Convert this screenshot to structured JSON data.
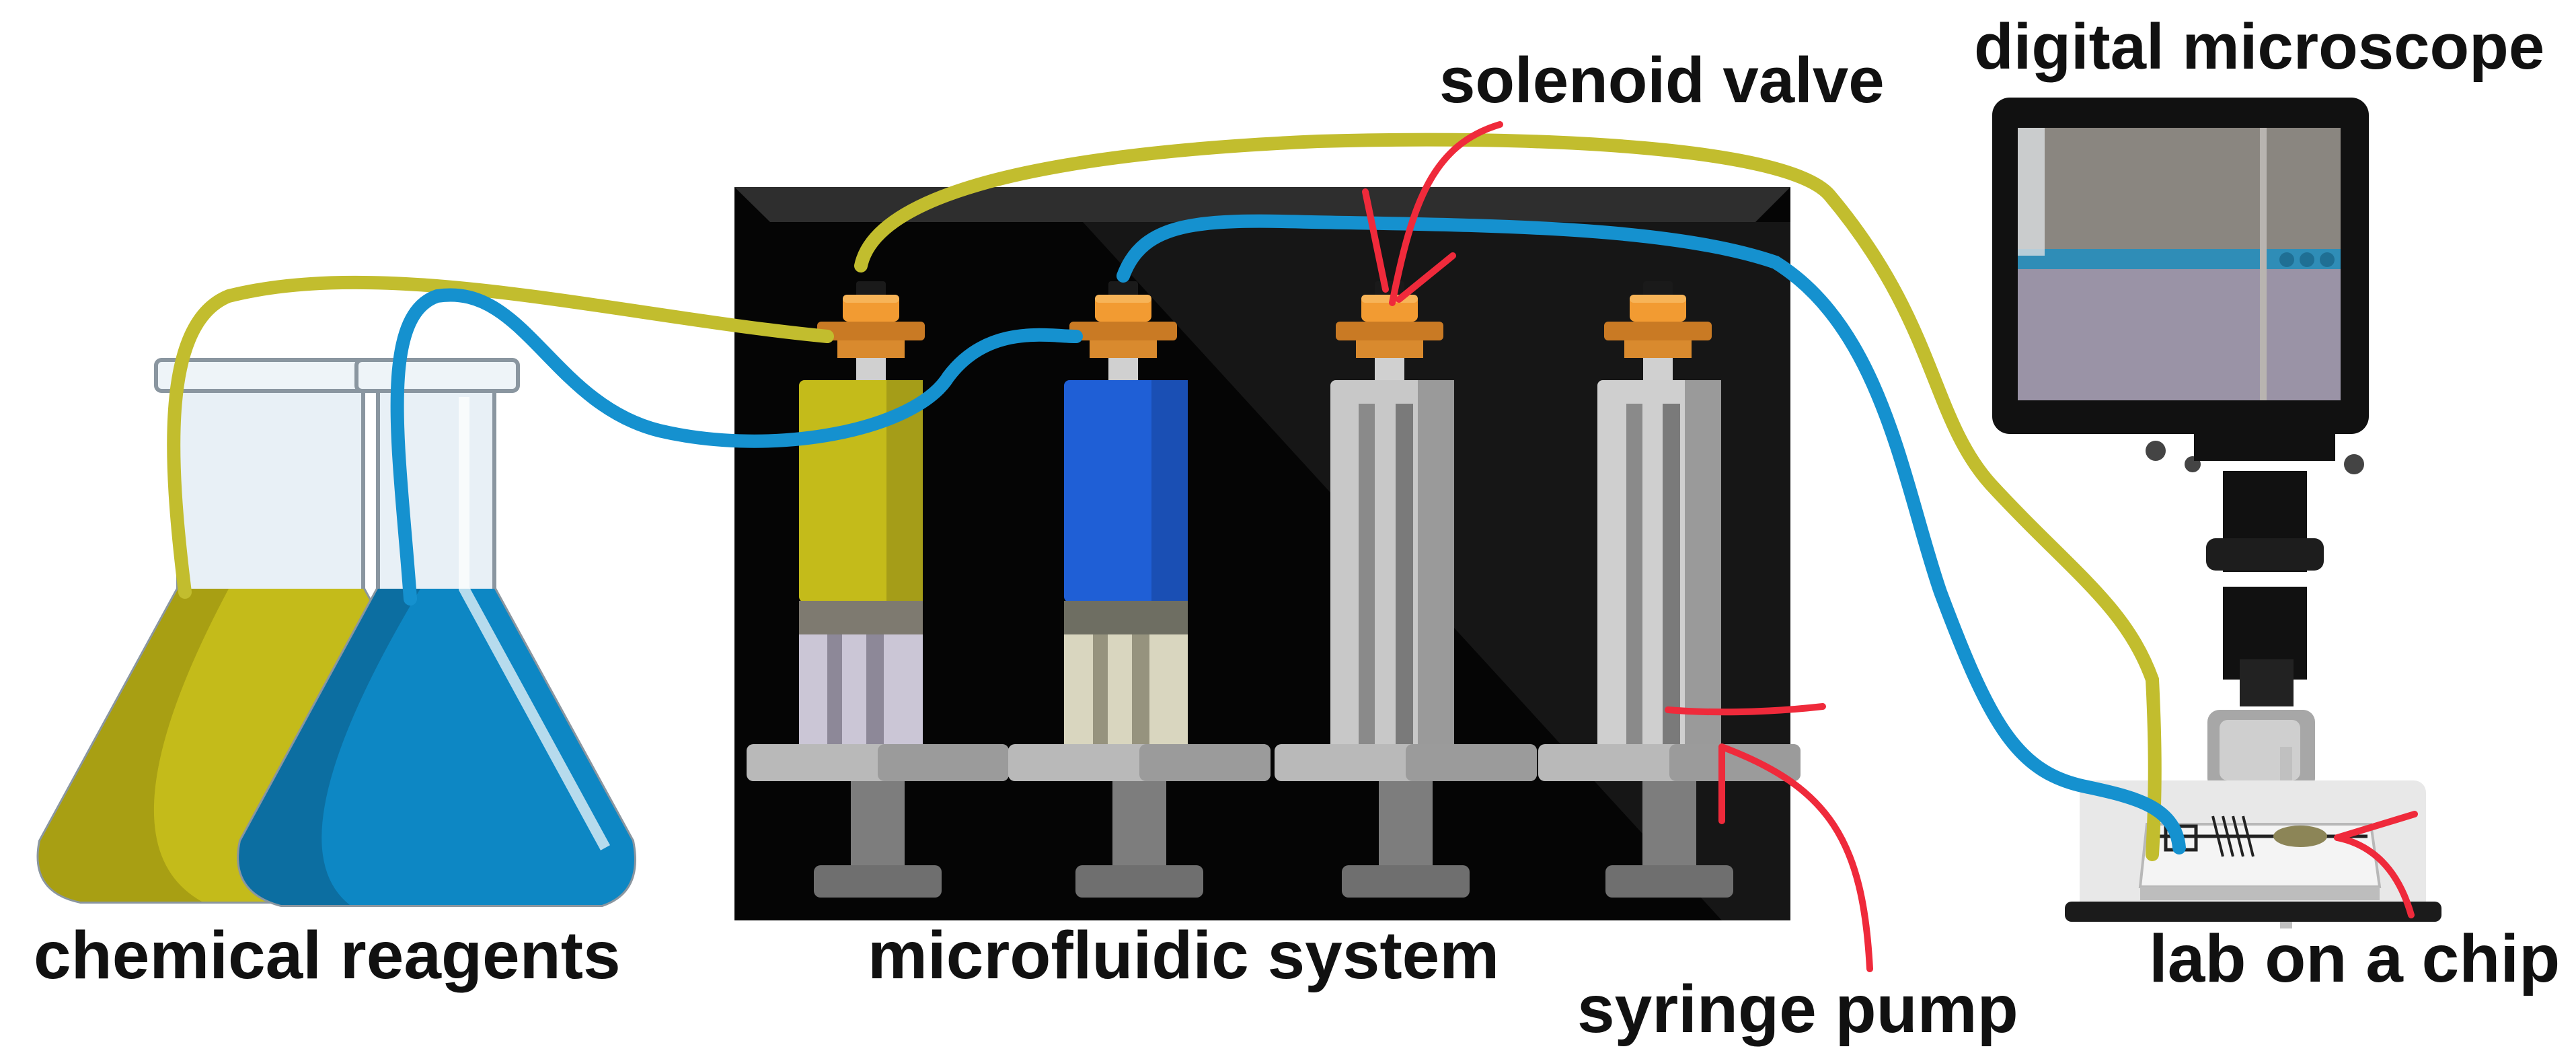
{
  "labels": {
    "chemical_reagents": "chemical reagents",
    "microfluidic_system": "microfluidic system",
    "syringe_pump": "syringe pump",
    "lab_on_a_chip": "lab on a chip",
    "solenoid_valve": "solenoid valve",
    "digital_microscope": "digital microscope"
  },
  "colors": {
    "yellow_reagent": "#c4bb1a",
    "yellow_tube": "#c2bd2e",
    "blue_reagent": "#0d87c4",
    "blue_tube": "#1591cf",
    "blue_syringe": "#1f5fd6",
    "pump_box": "#050505",
    "valve_orange": "#f29b32",
    "arrow_red": "#ef2a3b"
  },
  "icons": [
    "flask-icon",
    "syringe-icon",
    "solenoid-valve-icon",
    "microscope-icon",
    "chip-icon"
  ]
}
